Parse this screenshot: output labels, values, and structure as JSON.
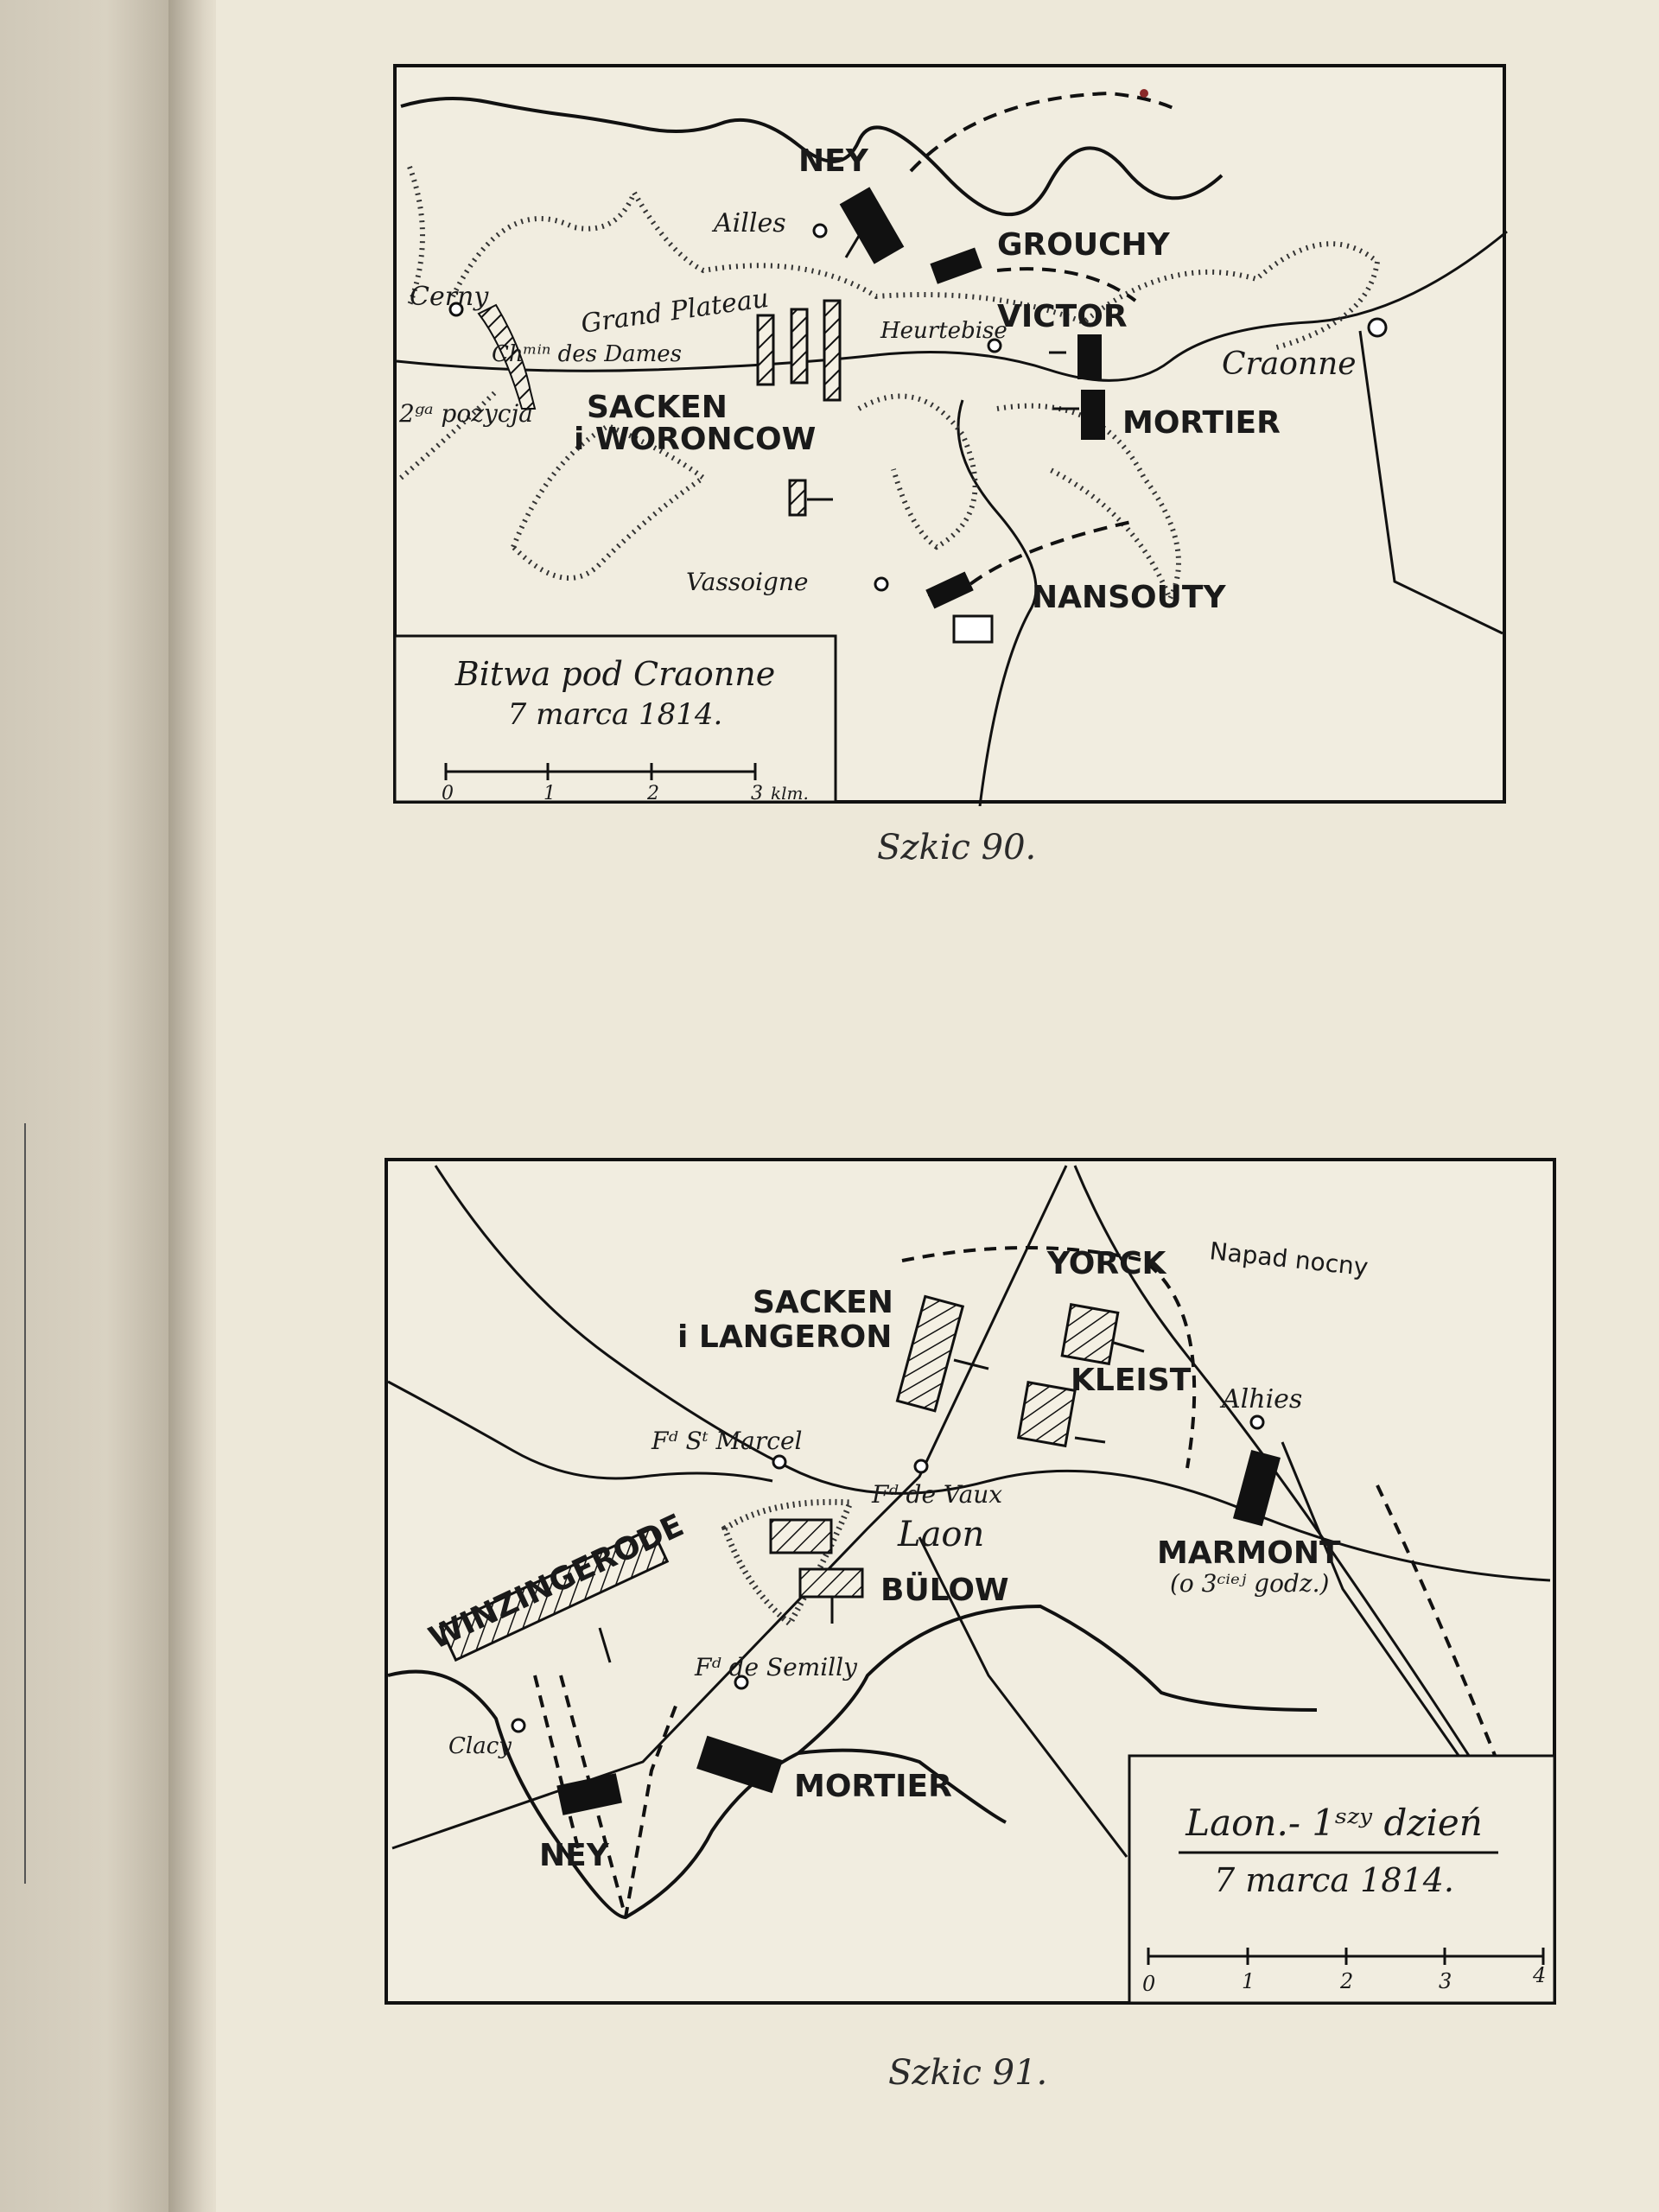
{
  "map90": {
    "labels": {
      "ney": "NEY",
      "ailles": "Ailles",
      "grouchy": "GROUCHY",
      "cerny": "Cerny",
      "grand_plateau": "Grand Plateau",
      "victor": "VICTOR",
      "heurtebise": "Heurtebise",
      "chemin_des_dames": "Chᵐⁱⁿ des Dames",
      "craonne": "Craonne",
      "second_position": "2ᵍᵃ pozycja",
      "sacken": "SACKEN",
      "woroncow": "i WORONCOW",
      "mortier": "MORTIER",
      "vassoigne": "Vassoigne",
      "nansouty": "NANSOUTY"
    },
    "legend": {
      "title": "Bitwa pod Craonne",
      "date": "7 marca 1814."
    },
    "scale": {
      "ticks": [
        "0",
        "1",
        "2",
        "3"
      ],
      "unit": "klm."
    },
    "caption": "Szkic 90."
  },
  "map91": {
    "labels": {
      "sacken": "SACKEN",
      "langeron": "i LANGERON",
      "yorck": "YORCK",
      "napad_nocny": "Napad nocny",
      "kleist": "KLEIST",
      "alhies": "Alhies",
      "st_marcel": "Fᵈ Sᵗ Marcel",
      "de_vaux": "Fᵈ de Vaux",
      "laon": "Laon",
      "marmont": "MARMONT",
      "marmont_time": "(o 3ᶜⁱᵉʲ godz.)",
      "winzingerode": "WINZINGERODE",
      "bulow": "BÜLOW",
      "semilly": "Fᵈ de Semilly",
      "clacy": "Clacy",
      "mortier": "MORTIER",
      "ney": "NEY"
    },
    "legend": {
      "title": "Laon.- 1ˢᶻʸ dzień",
      "date": "7 marca 1814."
    },
    "scale": {
      "ticks": [
        "0",
        "1",
        "2",
        "3",
        "4"
      ]
    },
    "caption": "Szkic 91."
  }
}
